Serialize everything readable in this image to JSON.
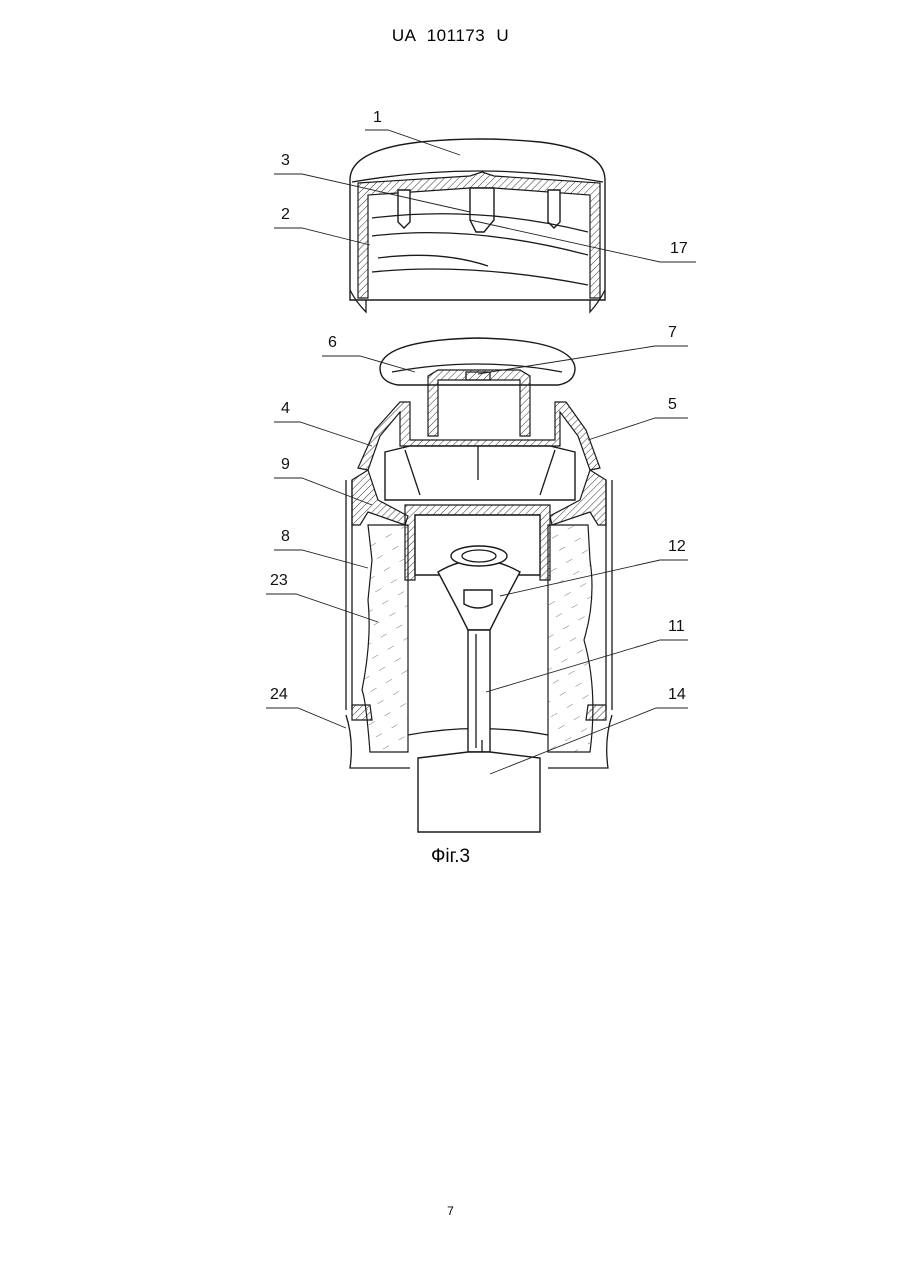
{
  "document": {
    "header": "UA   101173   U",
    "caption": "Фіг.3",
    "page_number": "7"
  },
  "callouts": [
    "1",
    "3",
    "2",
    "17",
    "6",
    "7",
    "4",
    "5",
    "9",
    "8",
    "12",
    "23",
    "11",
    "24",
    "14"
  ]
}
